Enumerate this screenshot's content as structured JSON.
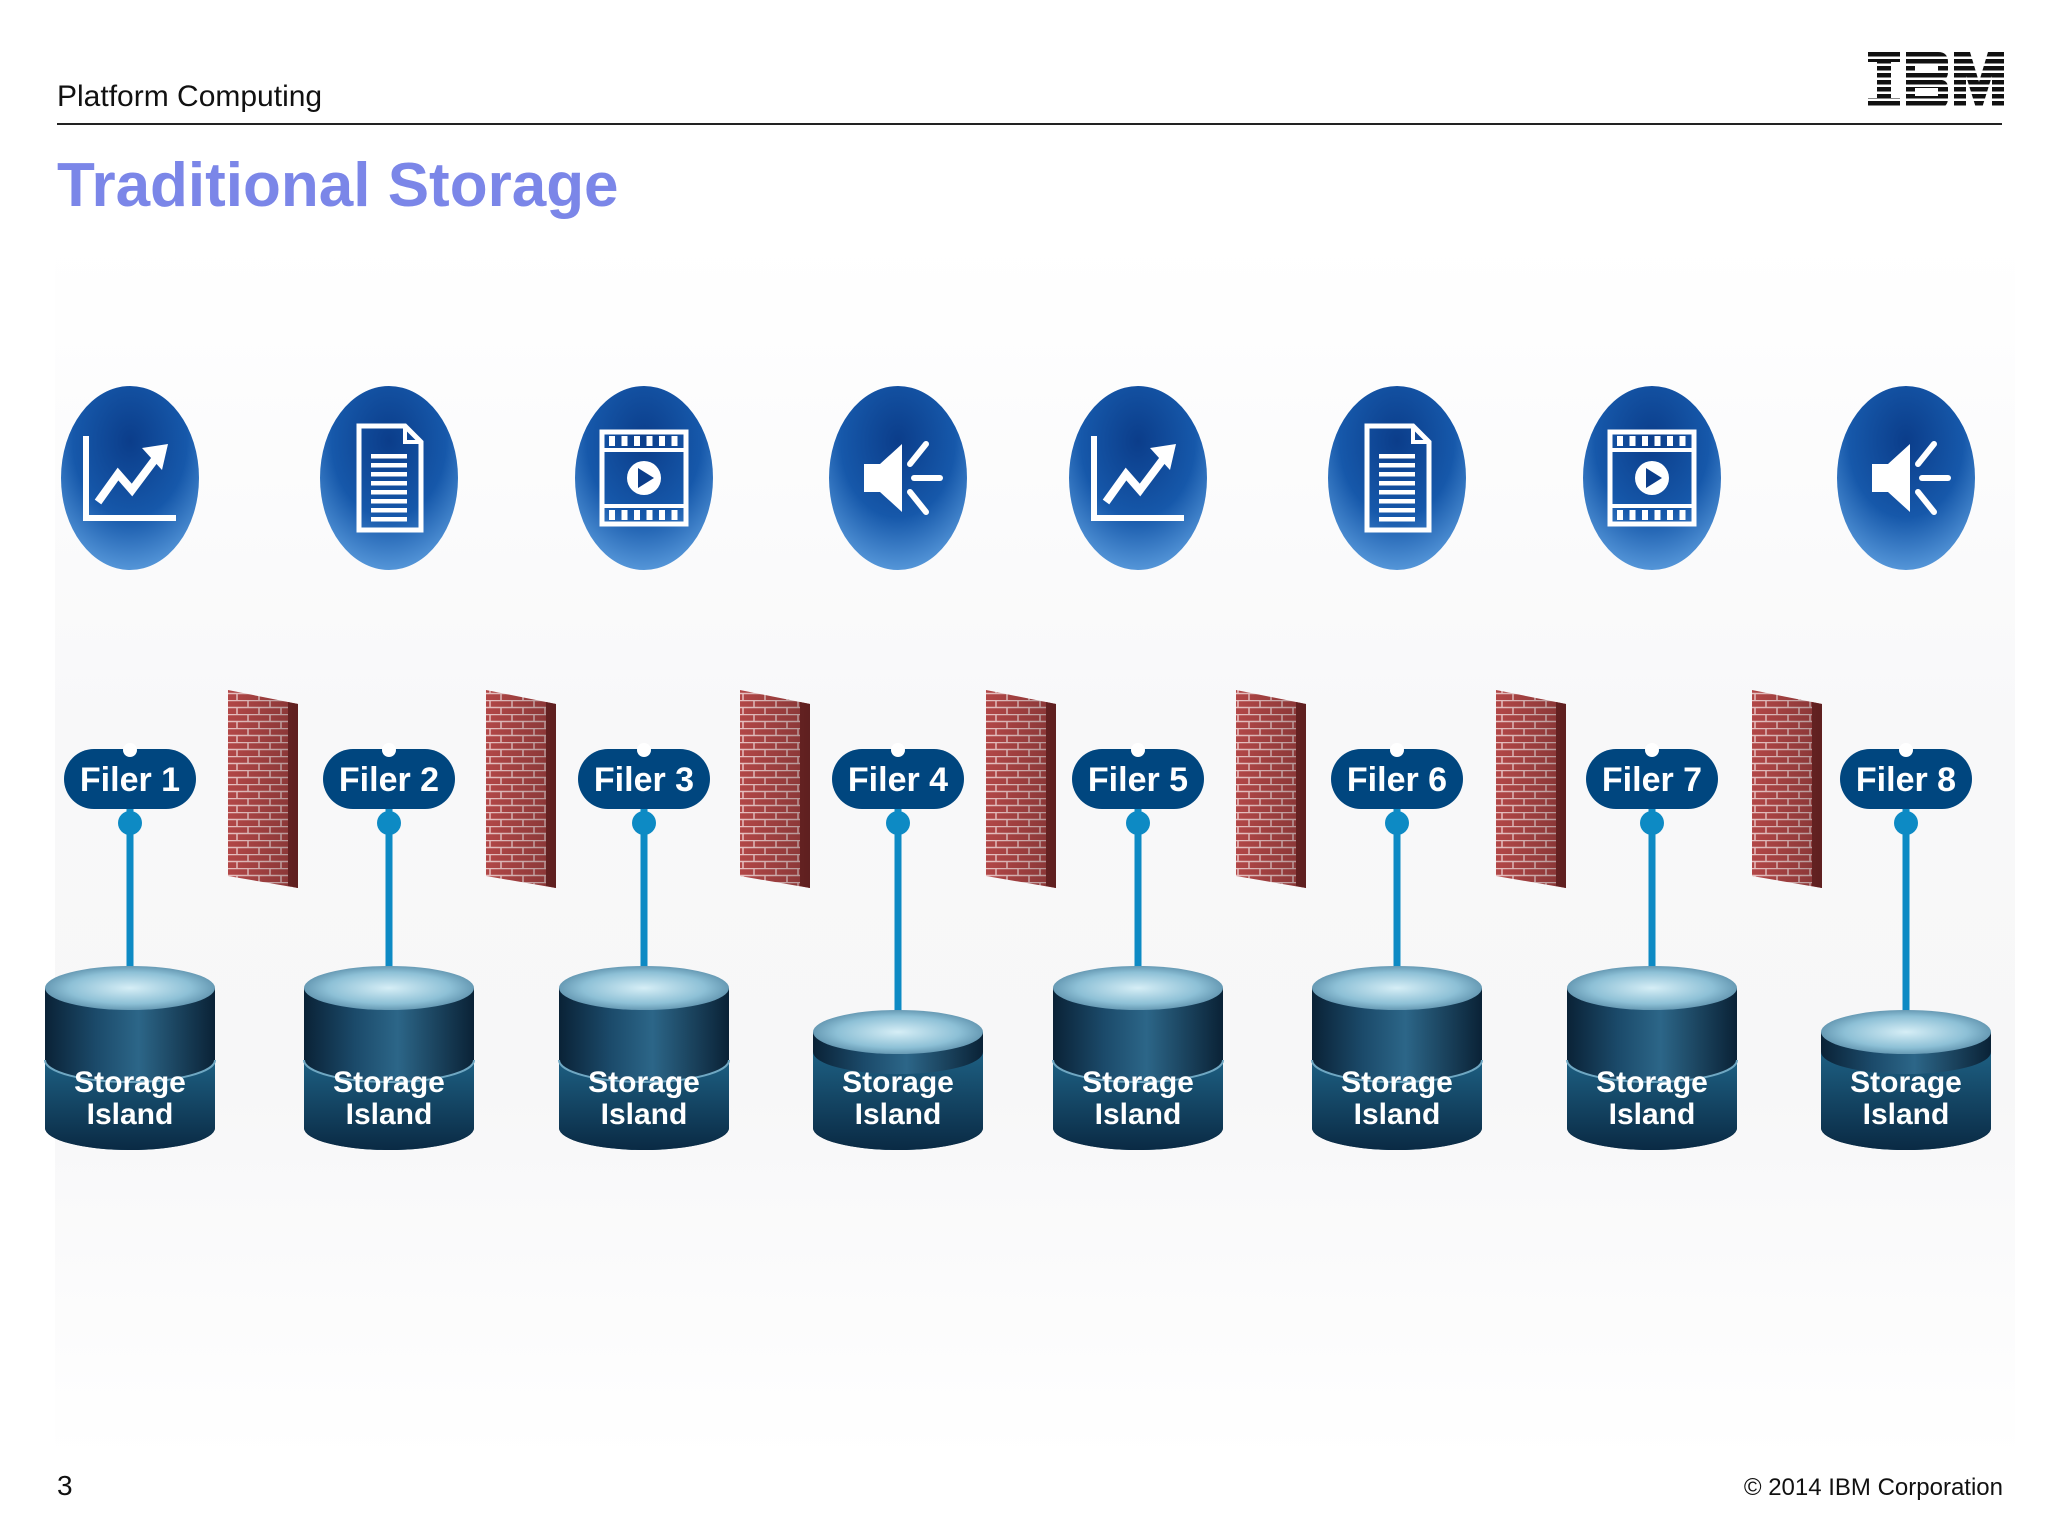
{
  "header": {
    "section": "Platform Computing",
    "brand": "IBM"
  },
  "title": "Traditional Storage",
  "icon_order": [
    "chart-icon",
    "document-icon",
    "video-icon",
    "audio-icon",
    "chart-icon",
    "document-icon",
    "video-icon",
    "audio-icon"
  ],
  "filers": [
    "Filer 1",
    "Filer 2",
    "Filer 3",
    "Filer 4",
    "Filer 5",
    "Filer 6",
    "Filer 7",
    "Filer 8"
  ],
  "storage_label_line1": "Storage",
  "storage_label_line2": "Island",
  "storage_tiers": [
    2,
    2,
    2,
    1,
    2,
    2,
    2,
    1
  ],
  "firewall_count": 7,
  "colors": {
    "title": "#7b86e8",
    "filer": "#00467f",
    "connector": "#0d8ac4",
    "brick": "#b54848",
    "icon_dark": "#0a3a7a",
    "icon_light": "#4f8fd6"
  },
  "footer": {
    "page": "3",
    "copyright": "© 2014 IBM Corporation"
  }
}
